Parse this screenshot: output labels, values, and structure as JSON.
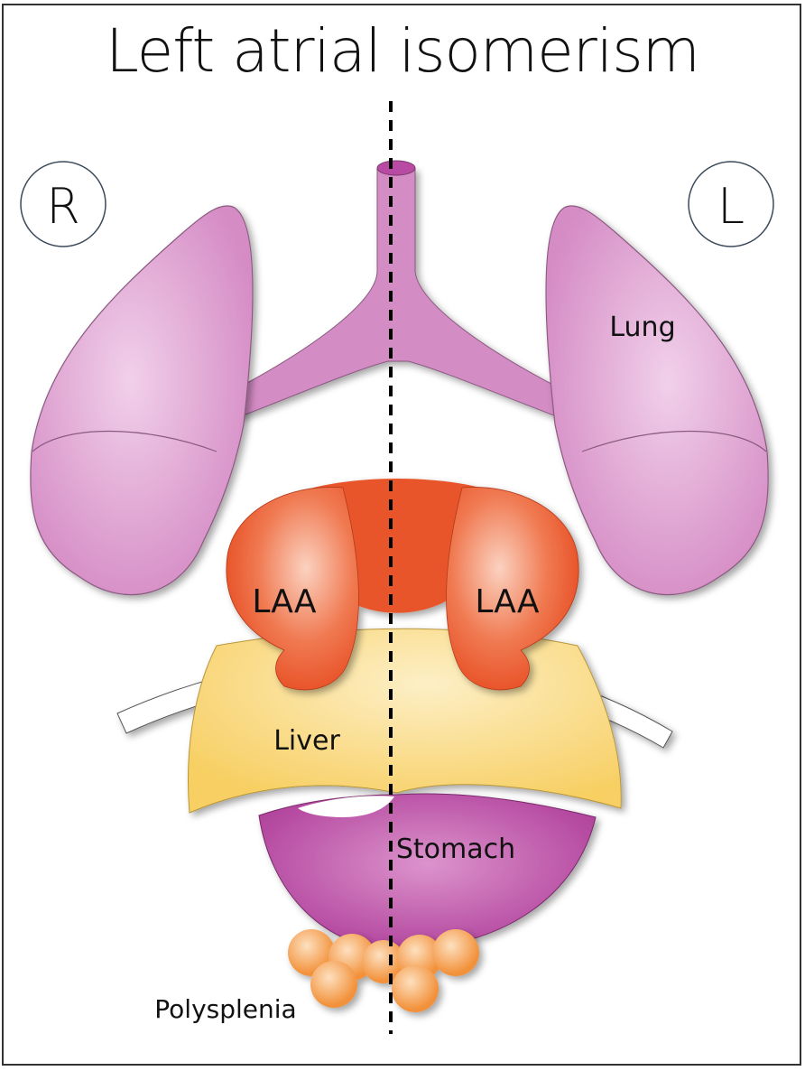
{
  "title": "Left atrial isomerism",
  "side_markers": {
    "right": "R",
    "left": "L"
  },
  "labels": {
    "lung": "Lung",
    "laa_right": "LAA",
    "laa_left": "LAA",
    "liver": "Liver",
    "stomach": "Stomach",
    "polysplenia": "Polysplenia"
  },
  "colors": {
    "lung": "#d98fc8",
    "lung_light": "#efc6e6",
    "lung_edge": "#8a5a80",
    "airway": "#d48cc4",
    "atrium": "#ec5a2e",
    "atrium_light": "#f7b39c",
    "liver": "#f8d36a",
    "liver_light": "#fdecbc",
    "stomach": "#b84aa3",
    "stomach_light": "#d684c4",
    "spleen": "#f59a3e",
    "spleen_light": "#fccb92",
    "midline": "#000000"
  }
}
